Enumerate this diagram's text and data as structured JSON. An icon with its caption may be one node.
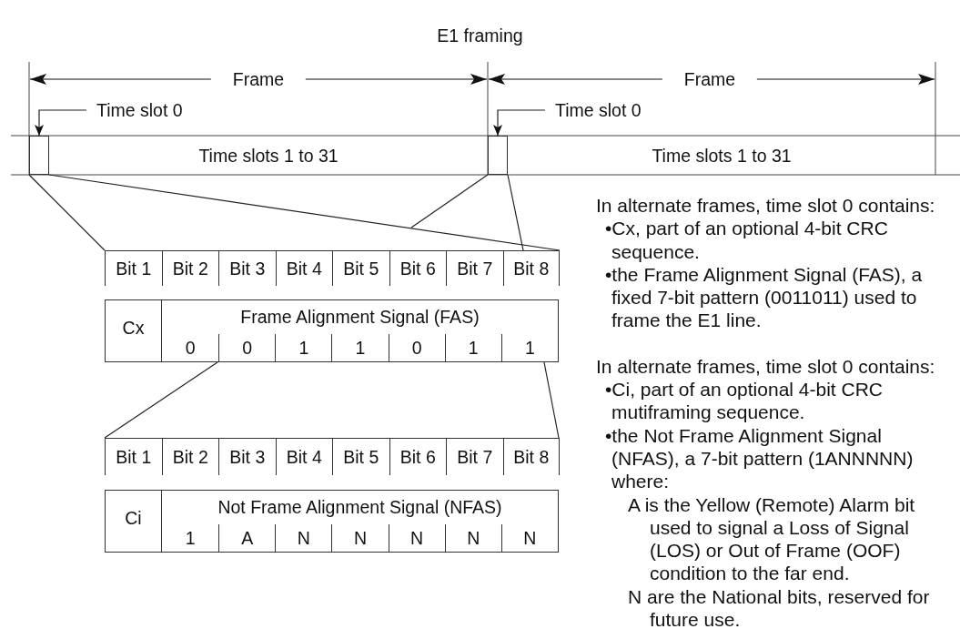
{
  "diagram": {
    "title": "E1 framing",
    "nodes": [
      {
        "text": [
          "Time slot 0"
        ]
      },
      {
        "text": [],
        "shape": "box"
      },
      {
        "text": [
          "Time slots 1 to 31"
        ]
      },
      {
        "text": [
          "Time slot 0"
        ]
      },
      {
        "text": [],
        "shape": "box"
      },
      {
        "text": [
          "Time slots 1 to 31"
        ]
      },
      {
        "text": [
          "Bit 1",
          "Bit 2",
          "Bit 3",
          "Bit 4",
          "Bit 5",
          "Bit 6",
          "Bit 7",
          "Bit 8"
        ]
      },
      {
        "text": [
          "Cx",
          "Frame Alignment Signal (FAS)",
          "0",
          "0",
          "1",
          "1",
          "0",
          "1",
          "1"
        ]
      },
      {
        "text": [
          "Bit 1",
          "Bit 2",
          "Bit 3",
          "Bit 4",
          "Bit 5",
          "Bit 6",
          "Bit 7",
          "Bit 8"
        ]
      },
      {
        "text": [
          "Ci",
          "Not Frame Alignment Signal (NFAS)",
          "1",
          "A",
          "N",
          "N",
          "N",
          "N",
          "N"
        ]
      }
    ],
    "edges": [
      {
        "from": 0,
        "to": 1,
        "arrow": "to"
      },
      {
        "from": 3,
        "to": 4,
        "arrow": "to"
      },
      {
        "from": 1,
        "to": 6,
        "arrow": "none"
      },
      {
        "from": 1,
        "to": 6,
        "arrow": "none"
      },
      {
        "from": 4,
        "to": 6,
        "arrow": "none"
      },
      {
        "from": 4,
        "to": 6,
        "arrow": "none"
      },
      {
        "from": 7,
        "to": 8,
        "arrow": "none"
      },
      {
        "from": 7,
        "to": 8,
        "arrow": "none"
      }
    ],
    "labels": [
      "Frame",
      "Frame",
      "In alternate frames, time slot 0 contains:",
      "•Cx, part of an optional 4-bit CRC sequence.",
      "•the Frame Alignment Signal (FAS), a fixed 7-bit pattern (0011011) used to frame the E1 line.",
      "In alternate frames, time slot 0 contains:",
      "•Ci, part of an optional 4-bit CRC mutiframing sequence.",
      "•the Not Frame Alignment Signal (NFAS), a 7-bit pattern (1ANNNNN) where:",
      "A is the Yellow (Remote) Alarm bit used to signal a Loss of Signal (LOS) or Out of Frame (OOF) condition to the far end.",
      "N are the National bits, reserved for future use."
    ]
  }
}
